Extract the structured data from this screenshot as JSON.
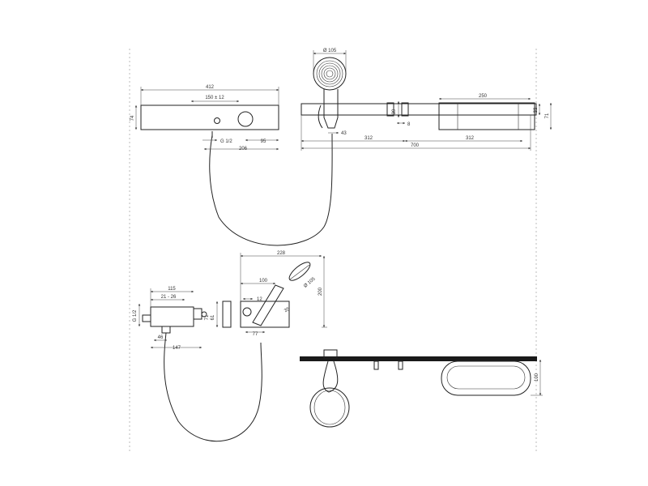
{
  "dimensions": {
    "top_thermostat": {
      "width": "412",
      "spacing": "150 ± 12",
      "height": "74",
      "connection": "G 1/2",
      "offset": "95",
      "depth": "206"
    },
    "head_top": {
      "diameter": "Ø 105",
      "offset": "43"
    },
    "rail": {
      "h39": "39",
      "d8": "8",
      "d312_left": "312",
      "d312_right": "312",
      "total": "700",
      "shelf_width": "250",
      "h33": "33",
      "h71": "71"
    },
    "side_thermostat": {
      "connection": "G 1/2",
      "d115": "115",
      "range": "21 - 26",
      "d147": "147",
      "d46": "46"
    },
    "holder": {
      "d228": "228",
      "d100": "100",
      "diameter": "Ø 105",
      "h200": "200",
      "d12": "12",
      "h61": "61",
      "h71": "71",
      "d35": "35",
      "d77": "77"
    },
    "front_view": {
      "h100": "100"
    }
  }
}
